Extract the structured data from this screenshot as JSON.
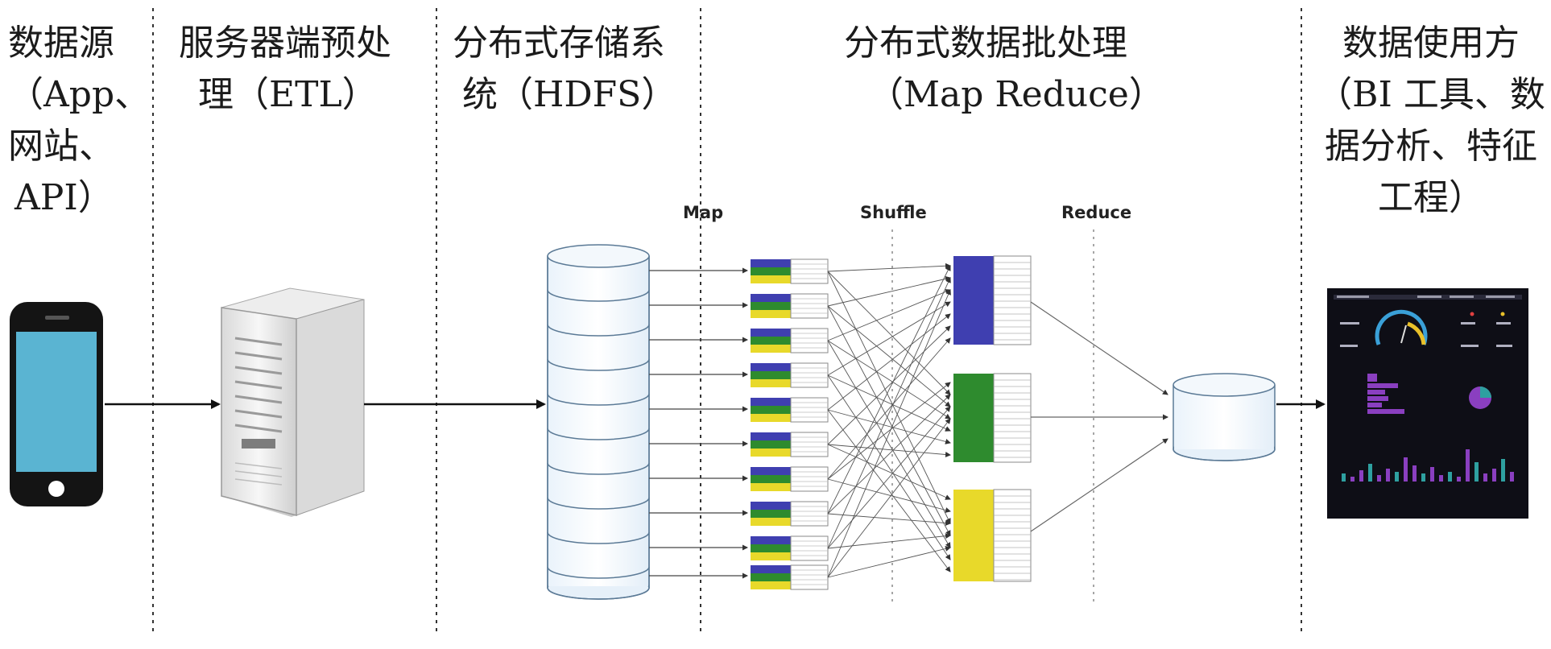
{
  "columns": {
    "source": {
      "lines": [
        "数据源",
        "（App、",
        "网站、",
        "API）"
      ]
    },
    "etl": {
      "lines": [
        "服务器端预处",
        "理（ETL）"
      ]
    },
    "storage": {
      "lines": [
        "分布式存储系",
        "统（HDFS）"
      ]
    },
    "processing": {
      "lines": [
        "分布式数据批处理",
        "（Map Reduce）"
      ]
    },
    "consumer": {
      "lines": [
        "数据使用方",
        "（BI 工具、数",
        "据分析、特征",
        "工程）"
      ]
    }
  },
  "phases": {
    "map": "Map",
    "shuffle": "Shuffle",
    "reduce": "Reduce"
  },
  "icons": {
    "source": "smartphone-icon",
    "etl": "server-tower-icon",
    "storage": "hdfs-storage-icon",
    "output": "database-icon",
    "consumer": "dashboard-icon"
  },
  "colors": {
    "map_block_top": "#3f3fb0",
    "map_block_mid": "#2e8b2e",
    "map_block_bot": "#e8d92a",
    "reduce_blue": "#3f3fb0",
    "reduce_green": "#2e8b2e",
    "reduce_yellow": "#e8d92a",
    "phone_screen": "#5ab4d2",
    "dashboard_bg": "#0e0e16"
  }
}
